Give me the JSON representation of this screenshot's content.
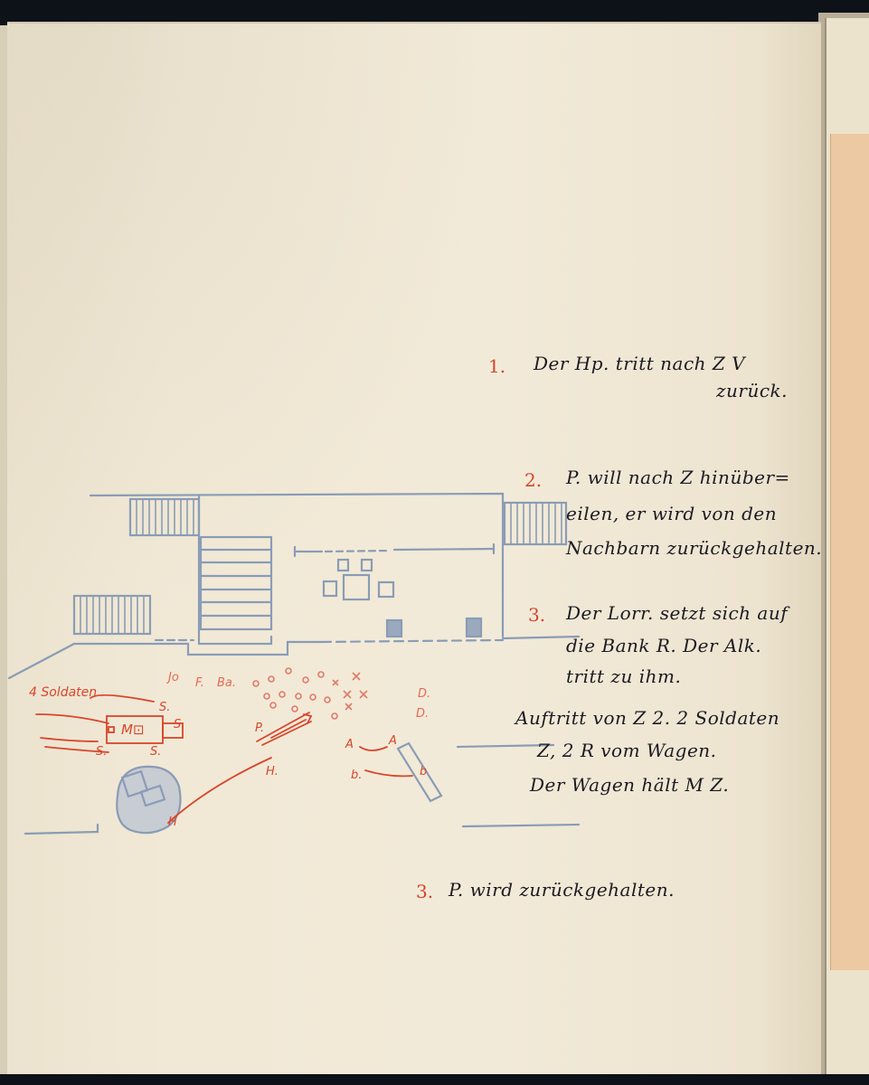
{
  "notes": [
    {
      "number": "1.",
      "lines": [
        "Der Hp. tritt nach Z V",
        "zurück."
      ]
    },
    {
      "number": "2.",
      "lines": [
        "P. will nach Z hinüber=",
        "eilen, er wird von den",
        "Nachbarn zurückgehalten."
      ]
    },
    {
      "number": "3.",
      "lines": [
        "Der Lorr. setzt sich auf",
        "die Bank R. Der Alk.",
        "tritt zu ihm."
      ]
    },
    {
      "number": "",
      "lines": [
        "Auftritt von Z 2.  2 Soldaten",
        "Z, 2 R vom Wagen.",
        "Der Wagen hält M Z."
      ]
    },
    {
      "number": "3.",
      "lines": [
        "P. wird zurückgehalten."
      ]
    }
  ],
  "sketch": {
    "red_labels": {
      "soldaten": "4 Soldaten",
      "wagen": "M⊡",
      "s1": "S.",
      "s2": "S.",
      "s3": "S.",
      "s4": "S.",
      "p": "P.",
      "h": "H.",
      "h2": "H",
      "a1": "A",
      "a2": "A",
      "b1": "b.",
      "b2": "b"
    },
    "blue_labels": {
      "jo": "Jo",
      "f": "F.",
      "ba": "Ba.",
      "d1": "D.",
      "d2": "D."
    }
  },
  "colors": {
    "ink": "#1c1a22",
    "red_pencil": "#d9452b",
    "blue_pencil": "#8a9cb6",
    "paper": "#f1e9d6"
  }
}
